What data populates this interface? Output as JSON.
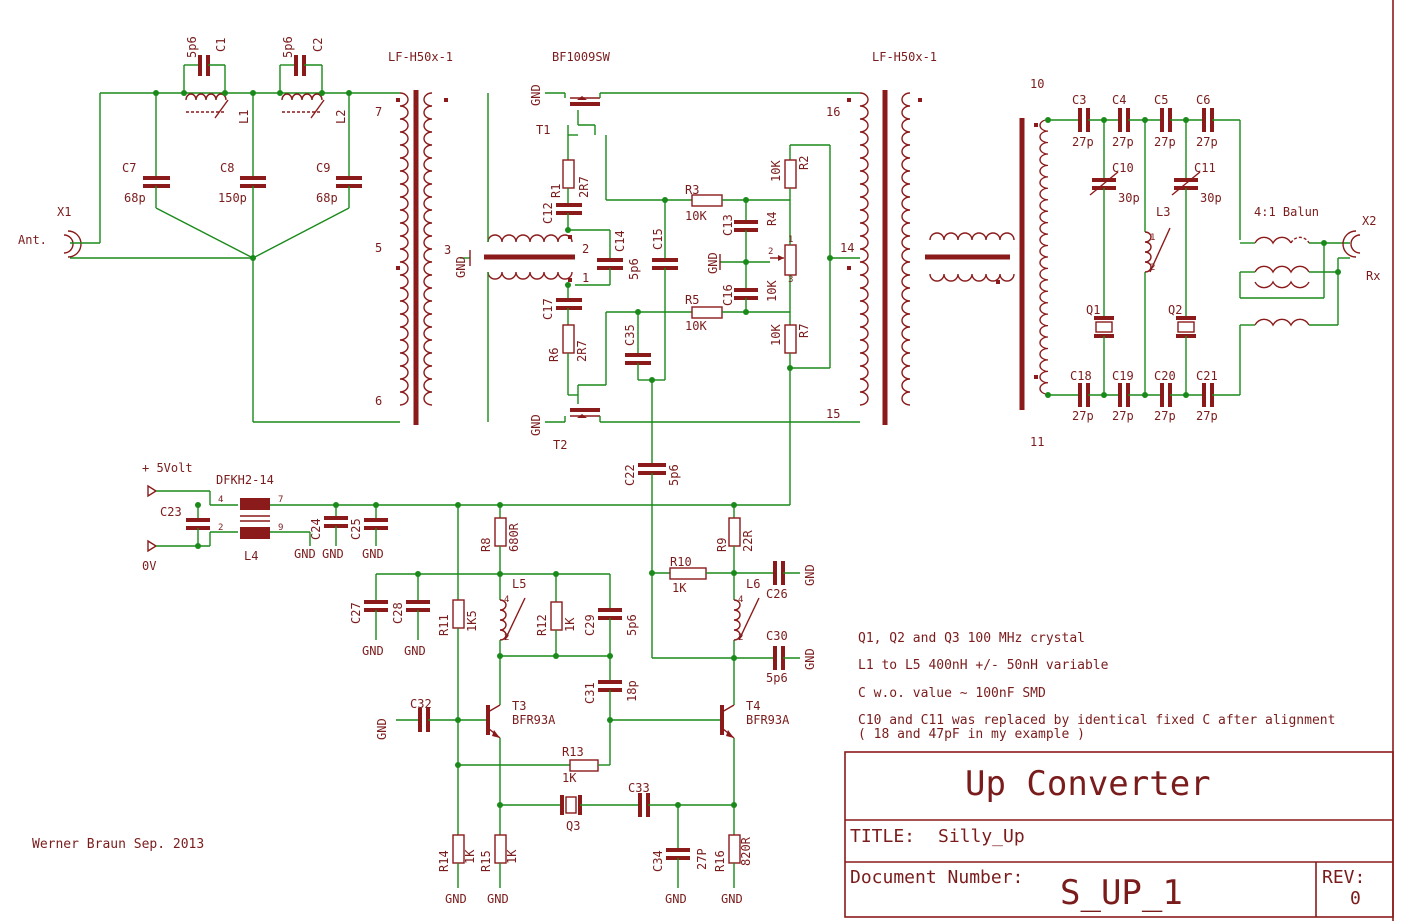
{
  "title_block": {
    "project": "Up Converter",
    "title_label": "TITLE:",
    "title_value": "Silly_Up",
    "docnum_label": "Document Number:",
    "docnum_value": "S_UP_1",
    "rev_label": "REV:",
    "rev_value": "0"
  },
  "author": "Werner Braun Sep. 2013",
  "notes": [
    "Q1, Q2 and Q3 100 MHz crystal",
    "L1 to L5 400nH +/- 50nH variable",
    "C w.o. value ~ 100nF SMD",
    "C10 and C11 was  replaced by identical fixed C after alignment",
    "( 18 and 47pF in my example )"
  ],
  "labels": {
    "x1": "X1",
    "ant": "Ant.",
    "x2": "X2",
    "rx": "Rx",
    "c1": "C1",
    "c1v": "5p6",
    "c2": "C2",
    "c2v": "5p6",
    "l1": "L1",
    "l2": "L2",
    "c7": "C7",
    "c7v": "68p",
    "c8": "C8",
    "c8v": "150p",
    "c9": "C9",
    "c9v": "68p",
    "lf1": "LF-H50x-1",
    "lf2": "LF-H50x-1",
    "bf": "BF1009SW",
    "n7": "7",
    "n5": "5",
    "n6": "6",
    "n3": "3",
    "ngnd3": "GND",
    "n16": "16",
    "n14": "14",
    "n15": "15",
    "n10": "10",
    "n11": "11",
    "t1": "T1",
    "t2": "T2",
    "gnd_t1": "GND",
    "gnd_t2": "GND",
    "r1": "R1",
    "r1v": "2R7",
    "c12": "C12",
    "c14": "C14",
    "c14v": "5p6",
    "c14n2": "2",
    "c14n1": "1",
    "c15": "C15",
    "c17": "C17",
    "r6": "R6",
    "r6v": "2R7",
    "c35": "C35",
    "r3": "R3",
    "r3v": "10K",
    "r5": "R5",
    "r5v": "10K",
    "c13": "C13",
    "c16": "C16",
    "gnd_r4": "GND",
    "r4": "R4",
    "r4v": "10K",
    "r4p1": "1",
    "r4p2": "2",
    "r4p3": "3",
    "r2": "R2",
    "r2v": "10K",
    "r7": "R7",
    "r7v": "10K",
    "c3": "C3",
    "c3v": "27p",
    "c4": "C4",
    "c4v": "27p",
    "c5": "C5",
    "c5v": "27p",
    "c6": "C6",
    "c6v": "27p",
    "c10": "C10",
    "c10v": "30p",
    "c11": "C11",
    "c11v": "30p",
    "l3": "L3",
    "l3p1": "1",
    "l3p2": "2",
    "balun": "4:1 Balun",
    "q1": "Q1",
    "q2": "Q2",
    "c18": "C18",
    "c18v": "27p",
    "c19": "C19",
    "c19v": "27p",
    "c20": "C20",
    "c20v": "27p",
    "c21": "C21",
    "c21v": "27p",
    "c22": "C22",
    "c22v": "5p6",
    "v5": "+ 5Volt",
    "v0": "0V",
    "dfkh": "DFKH2-14",
    "l4": "L4",
    "l4p4": "4",
    "l4p7": "7",
    "l4p2": "2",
    "l4p9": "9",
    "c23": "C23",
    "c24": "C24",
    "c25": "C25",
    "gnd_c24a": "GND",
    "gnd_c24b": "GND",
    "gnd_c25": "GND",
    "r8": "R8",
    "r8v": "680R",
    "r9": "R9",
    "r9v": "22R",
    "r10": "R10",
    "r10v": "1K",
    "c26": "C26",
    "gnd_c26": "GND",
    "l6": "L6",
    "c30": "C30",
    "c30v": "5p6",
    "gnd_c30": "GND",
    "c27": "C27",
    "c28": "C28",
    "gnd_c27": "GND",
    "gnd_c28": "GND",
    "r11": "R11",
    "r11v": "1K5",
    "l5": "L5",
    "r12": "R12",
    "r12v": "1K",
    "c29": "C29",
    "c29v": "5p6",
    "l5p4": "4",
    "l5p2": "2",
    "l6p4": "4",
    "l6p2": "2",
    "c31": "C31",
    "c31v": "18p",
    "c32": "C32",
    "gnd_c32": "GND",
    "t3": "T3",
    "t3v": "BFR93A",
    "t4": "T4",
    "t4v": "BFR93A",
    "r13": "R13",
    "r13v": "1K",
    "q3": "Q3",
    "c33": "C33",
    "r14": "R14",
    "r14v": "1K",
    "r15": "R15",
    "r15v": "1K",
    "c34": "C34",
    "c34v": "27P",
    "r16": "R16",
    "r16v": "820R",
    "gnd_r14": "GND",
    "gnd_r15": "GND",
    "gnd_c34": "GND",
    "gnd_r16": "GND"
  },
  "colors": {
    "wire": "#1a8a1a",
    "part": "#8b1a1a",
    "text": "#7a1c1c",
    "background": "#ffffff"
  }
}
